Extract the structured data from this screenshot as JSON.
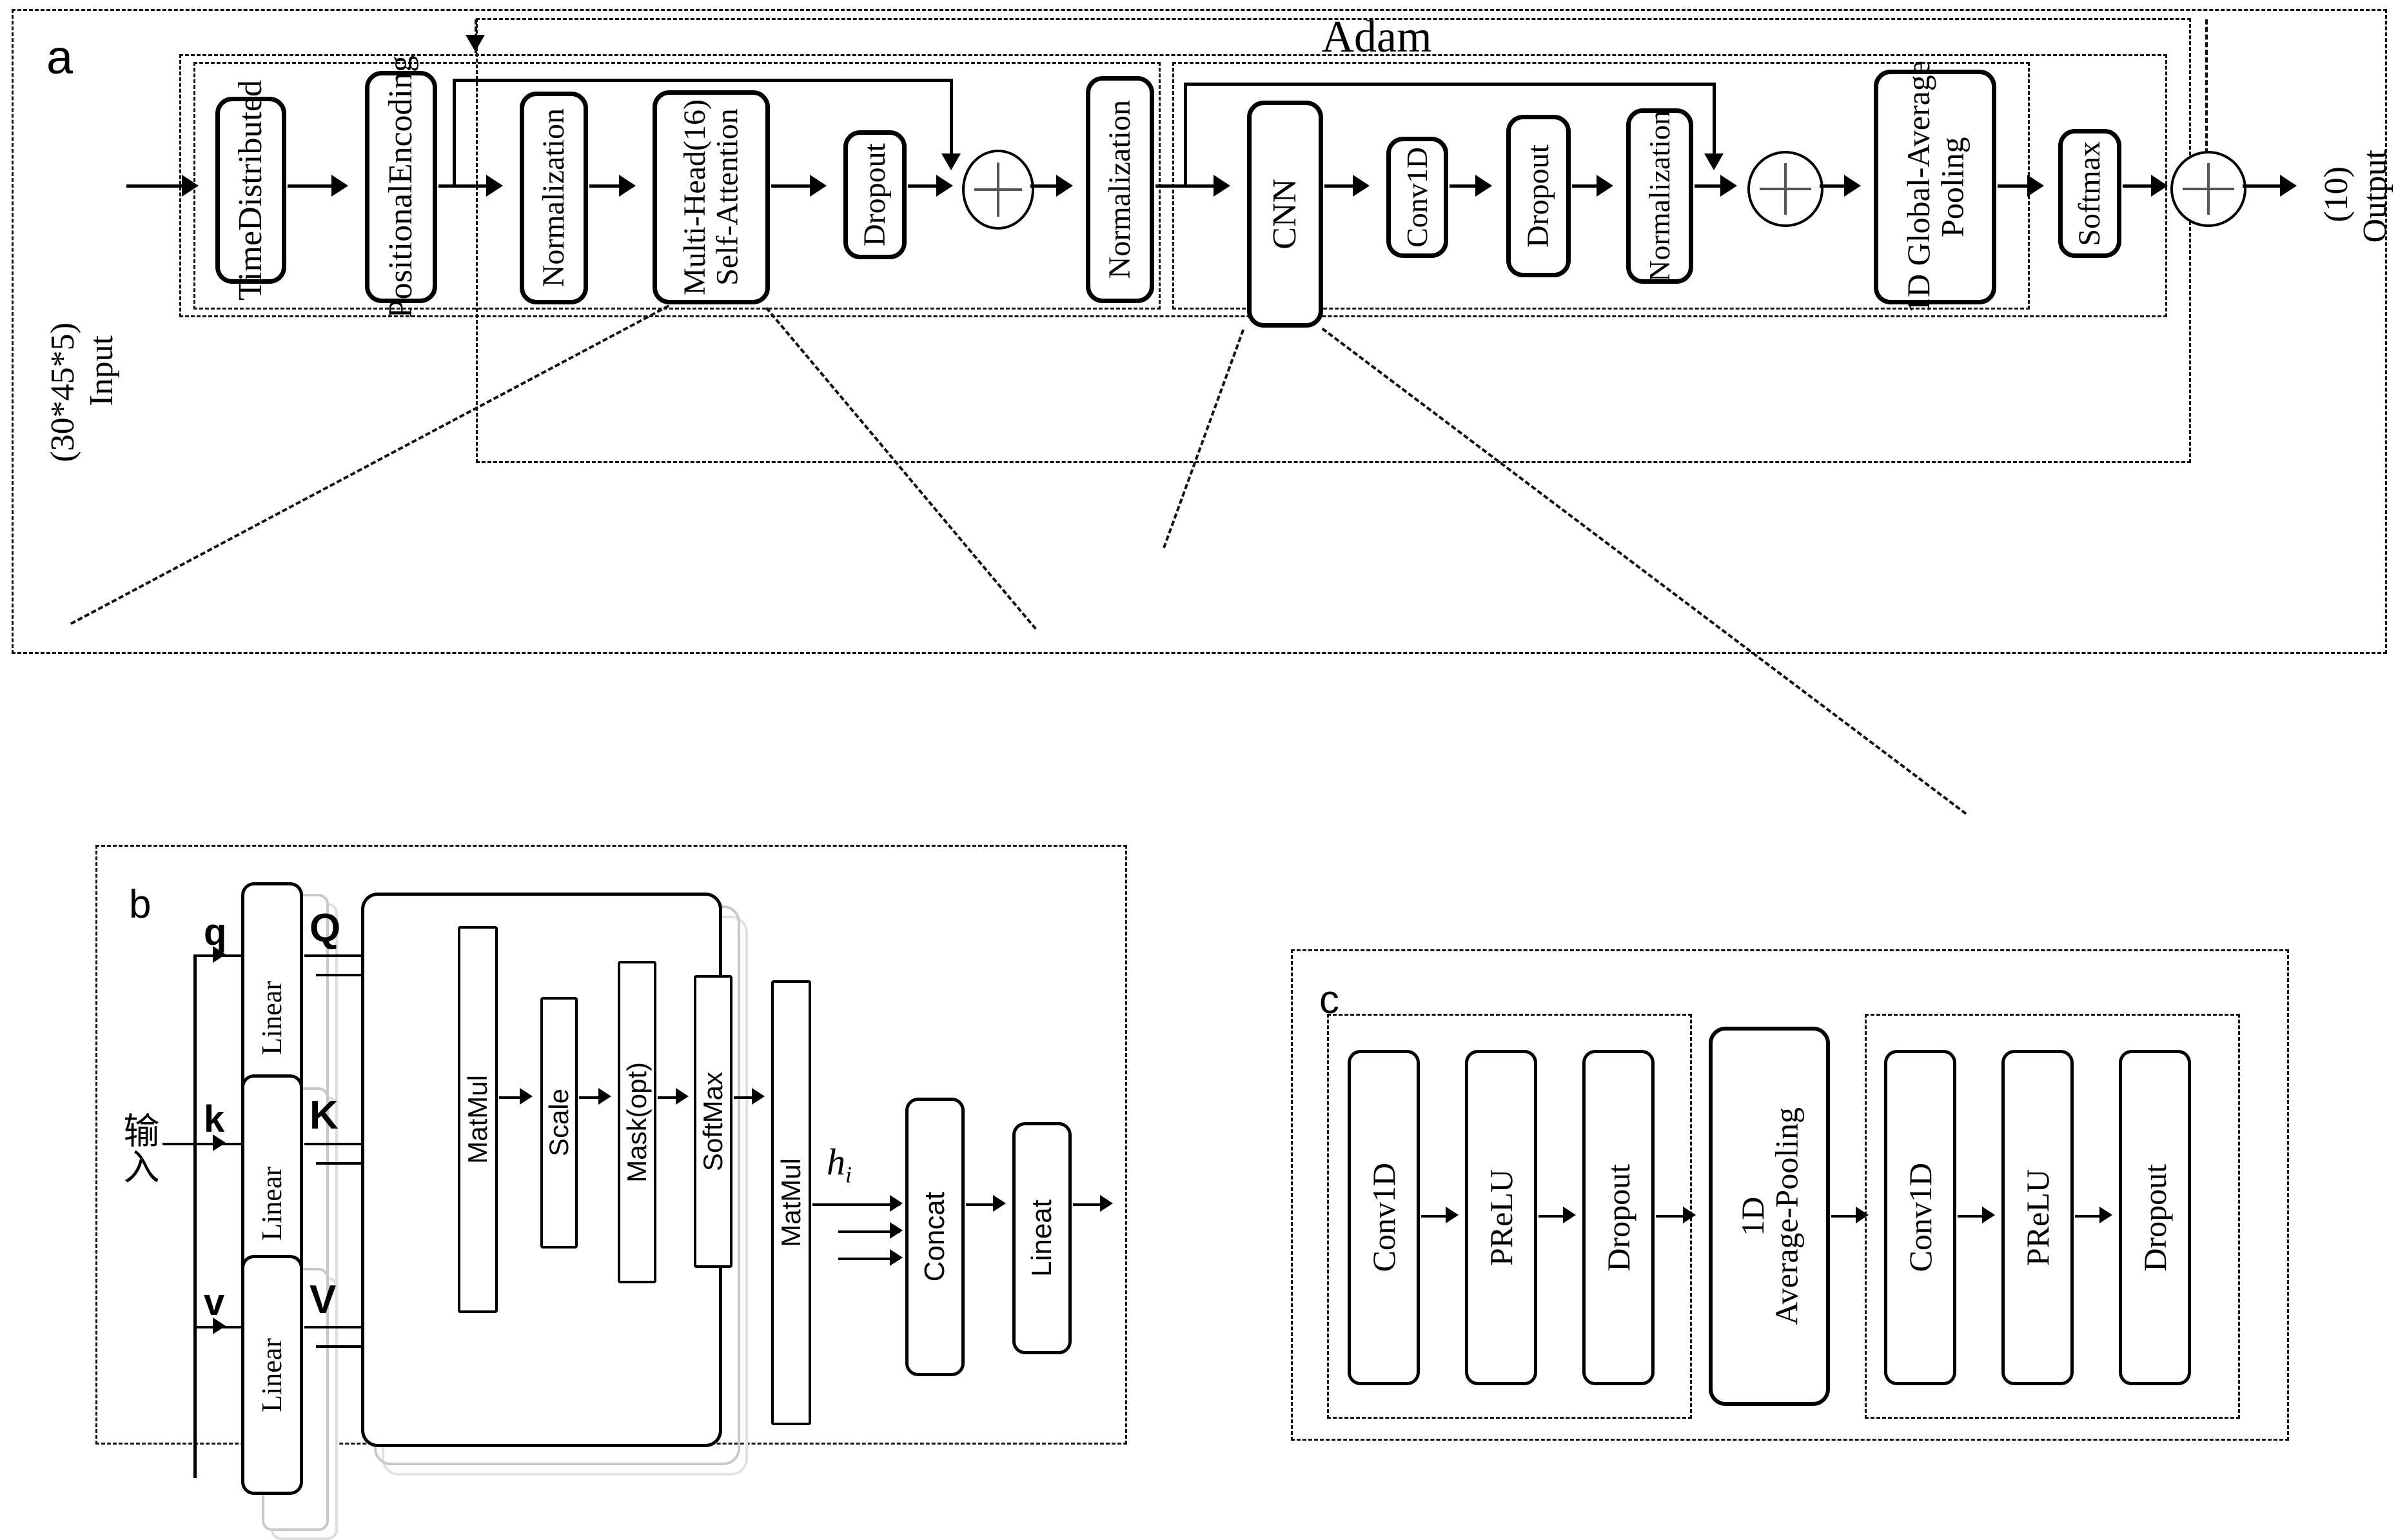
{
  "figure": {
    "panels": [
      "a",
      "b",
      "c"
    ],
    "optimizer_label": "Adam"
  },
  "panel_a": {
    "letter": "a",
    "input_label": "Input",
    "input_shape": "(30*45*5)",
    "output_label": "Output",
    "output_shape": "(10)",
    "blocks": [
      {
        "label": "TimeDistributed"
      },
      {
        "label": "PositionalEncoding"
      },
      {
        "label": "Normalization"
      },
      {
        "label": "Multi-Head(16)\nSelf-Attention",
        "line1": "Multi-Head(16)",
        "line2": "Self-Attention"
      },
      {
        "label": "Dropout"
      },
      {
        "label": "Normalization"
      },
      {
        "label": "CNN"
      },
      {
        "label": "Conv1D"
      },
      {
        "label": "Dropout"
      },
      {
        "label": "Normalization"
      },
      {
        "label": "1D Global-Average\nPooling",
        "line1": "1D Global-Average",
        "line2": "Pooling"
      },
      {
        "label": "Softmax"
      }
    ],
    "add_nodes": [
      "add-1",
      "add-2",
      "add-3"
    ],
    "optimizer": "Adam"
  },
  "panel_b": {
    "letter": "b",
    "input_label": "输入",
    "lowercase_inputs": [
      "q",
      "k",
      "v"
    ],
    "projection_label": "Linear",
    "uppercase_outputs": [
      "Q",
      "K",
      "V"
    ],
    "attention_inputs": [
      "Q",
      "K",
      "V"
    ],
    "attention_blocks": [
      "MatMul",
      "Scale",
      "Mask(opt)",
      "SoftMax",
      "MatMul"
    ],
    "head_label": "hi",
    "head_label_base": "h",
    "head_label_sub": "i",
    "concat_label": "Concat",
    "output_linear_label": "Lineat"
  },
  "panel_c": {
    "letter": "c",
    "group_left": [
      "Conv1D",
      "PReLU",
      "Dropout"
    ],
    "pooling": {
      "line1": "1D",
      "line2": "Average-Pooling"
    },
    "group_right": [
      "Conv1D",
      "PReLU",
      "Dropout"
    ]
  },
  "colors": {
    "stroke": "#000000",
    "dashed": "#111111",
    "ghost": "#c9c9c9",
    "plus_cross": "#555555",
    "background": "#ffffff"
  }
}
